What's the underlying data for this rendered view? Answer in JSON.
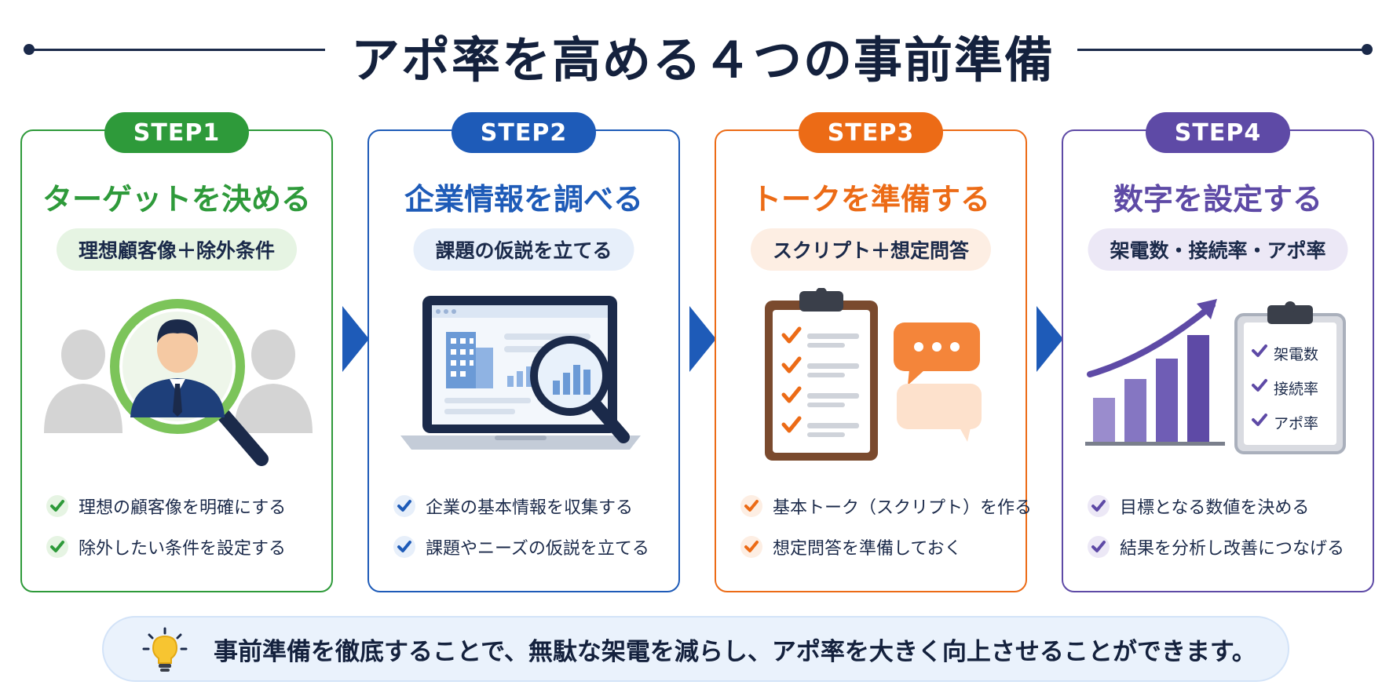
{
  "title": "アポ率を高める４つの事前準備",
  "colors": {
    "green": "#2e9a3a",
    "blue": "#1e5bb8",
    "orange": "#ec6b16",
    "purple": "#5e4aa6",
    "navy": "#1b2a4a"
  },
  "steps": [
    {
      "label": "STEP1",
      "heading": "ターゲットを決める",
      "sub": "理想顧客像＋除外条件",
      "icon": "target-person-magnifier-icon",
      "bullets": [
        "理想の顧客像を明確にする",
        "除外したい条件を設定する"
      ]
    },
    {
      "label": "STEP2",
      "heading": "企業情報を調べる",
      "sub": "課題の仮説を立てる",
      "icon": "laptop-research-icon",
      "bullets": [
        "企業の基本情報を収集する",
        "課題やニーズの仮説を立てる"
      ]
    },
    {
      "label": "STEP3",
      "heading": "トークを準備する",
      "sub": "スクリプト＋想定問答",
      "icon": "clipboard-chat-icon",
      "bullets": [
        "基本トーク（スクリプト）を作る",
        "想定問答を準備しておく"
      ]
    },
    {
      "label": "STEP4",
      "heading": "数字を設定する",
      "sub": "架電数・接続率・アポ率",
      "icon": "growth-chart-checklist-icon",
      "checklist": [
        "架電数",
        "接続率",
        "アポ率"
      ],
      "bullets": [
        "目標となる数値を決める",
        "結果を分析し改善につなげる"
      ]
    }
  ],
  "footer": "事前準備を徹底することで、無駄な架電を減らし、アポ率を大きく向上させることができます。"
}
